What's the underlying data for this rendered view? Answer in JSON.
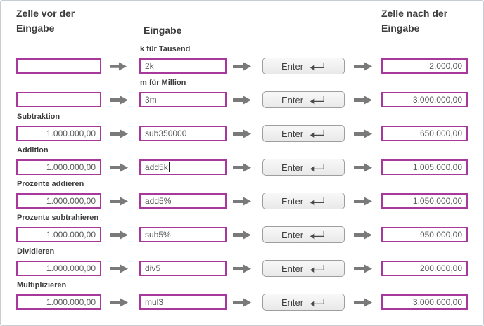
{
  "headers": {
    "before_label": "Zelle vor der\nEingabe",
    "input_label": "Eingabe",
    "after_label": "Zelle nach der\nEingabe"
  },
  "ui": {
    "enter_label": "Enter"
  },
  "icons": {
    "right_arrow": "solid gray block arrow pointing right",
    "enter_key": "return key arrow (left arrow with riser)"
  },
  "colors": {
    "cell_border": "#a8399c",
    "arrow_gray": "#7a7a7a",
    "header_text": "#3d3d3d",
    "cell_text": "#595959",
    "frame_border": "#c7ced3",
    "button_border": "#9e9ea0"
  },
  "rows": [
    {
      "label": "k für Tausend",
      "before": "",
      "input": "2k",
      "caret": true,
      "result": "2.000,00"
    },
    {
      "label": "m für Million",
      "before": "",
      "input": "3m",
      "caret": false,
      "result": "3.000.000,00"
    },
    {
      "label": "Subtraktion",
      "before": "1.000.000,00",
      "input": "sub350000",
      "caret": false,
      "result": "650.000,00"
    },
    {
      "label": "Addition",
      "before": "1.000.000,00",
      "input": "add5k",
      "caret": true,
      "result": "1.005.000,00"
    },
    {
      "label": "Prozente addieren",
      "before": "1.000.000,00",
      "input": "add5%",
      "caret": false,
      "result": "1.050.000,00"
    },
    {
      "label": "Prozente subtrahieren",
      "before": "1.000.000,00",
      "input": "sub5%",
      "caret": true,
      "result": "950.000,00"
    },
    {
      "label": "Dividieren",
      "before": "1.000.000,00",
      "input": "div5",
      "caret": false,
      "result": "200.000,00"
    },
    {
      "label": "Multiplizieren",
      "before": "1.000.000,00",
      "input": "mul3",
      "caret": false,
      "result": "3.000.000,00"
    }
  ]
}
